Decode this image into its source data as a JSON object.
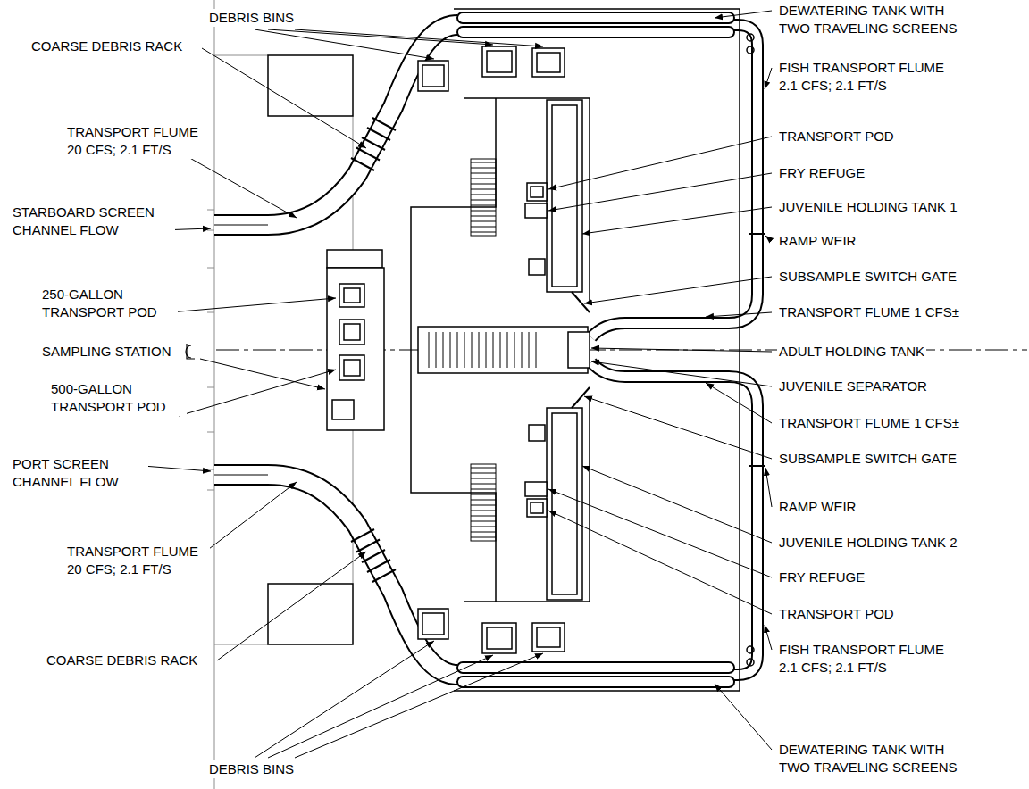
{
  "diagram": {
    "labels": [
      "DEBRIS BINS",
      "COARSE DEBRIS RACK",
      "TRANSPORT FLUME 20 CFS; 2.1 FT/S",
      "STARBOARD SCREEN CHANNEL FLOW",
      "250-GALLON TRANSPORT POD",
      "SAMPLING STATION",
      "500-GALLON TRANSPORT POD",
      "PORT SCREEN CHANNEL FLOW",
      "TRANSPORT FLUME 20 CFS; 2.1 FT/S",
      "COARSE DEBRIS RACK",
      "DEBRIS BINS",
      "DEWATERING TANK WITH TWO TRAVELING SCREENS",
      "FISH TRANSPORT FLUME 2.1 CFS; 2.1 FT/S",
      "TRANSPORT POD",
      "FRY REFUGE",
      "JUVENILE HOLDING TANK 1",
      "RAMP WEIR",
      "SUBSAMPLE SWITCH GATE",
      "TRANSPORT FLUME 1 CFS±",
      "ADULT HOLDING TANK",
      "JUVENILE SEPARATOR",
      "TRANSPORT FLUME 1 CFS±",
      "SUBSAMPLE SWITCH GATE",
      "RAMP WEIR",
      "JUVENILE HOLDING TANK 2",
      "FRY REFUGE",
      "TRANSPORT POD",
      "FISH TRANSPORT FLUME 2.1 CFS; 2.1 FT/S",
      "DEWATERING TANK WITH TWO TRAVELING SCREENS"
    ]
  }
}
